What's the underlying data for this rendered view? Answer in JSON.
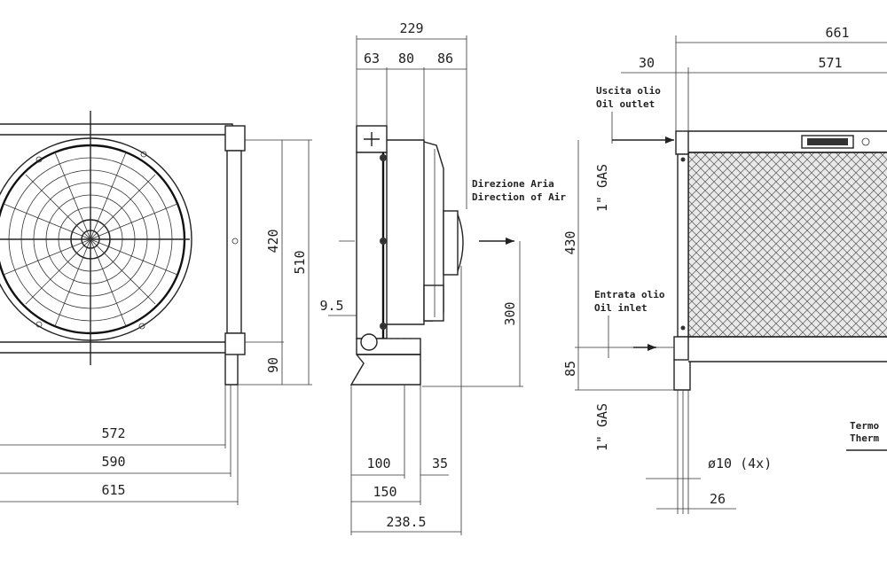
{
  "dims_front": {
    "d420": "420",
    "d510": "510",
    "d90": "90",
    "d572": "572",
    "d590": "590",
    "d615": "615"
  },
  "dims_side": {
    "d229": "229",
    "d63": "63",
    "d80": "80",
    "d86": "86",
    "d9_5": "9.5",
    "d300": "300",
    "d100": "100",
    "d35": "35",
    "d150": "150",
    "d238_5": "238.5"
  },
  "dims_right": {
    "d661": "661",
    "d571": "571",
    "d30": "30",
    "d430": "430",
    "d85": "85",
    "gas_top": "1\" GAS",
    "gas_bottom": "1\" GAS",
    "hole": "ø10 (4x)",
    "d26": "26"
  },
  "labels": {
    "airflow_it": "Direzione Aria",
    "airflow_en": "Direction of Air",
    "outlet_it": "Uscita olio",
    "outlet_en": "Oil outlet",
    "inlet_it": "Entrata olio",
    "inlet_en": "Oil inlet",
    "thermo_1": "Termo",
    "thermo_2": "Therm"
  }
}
